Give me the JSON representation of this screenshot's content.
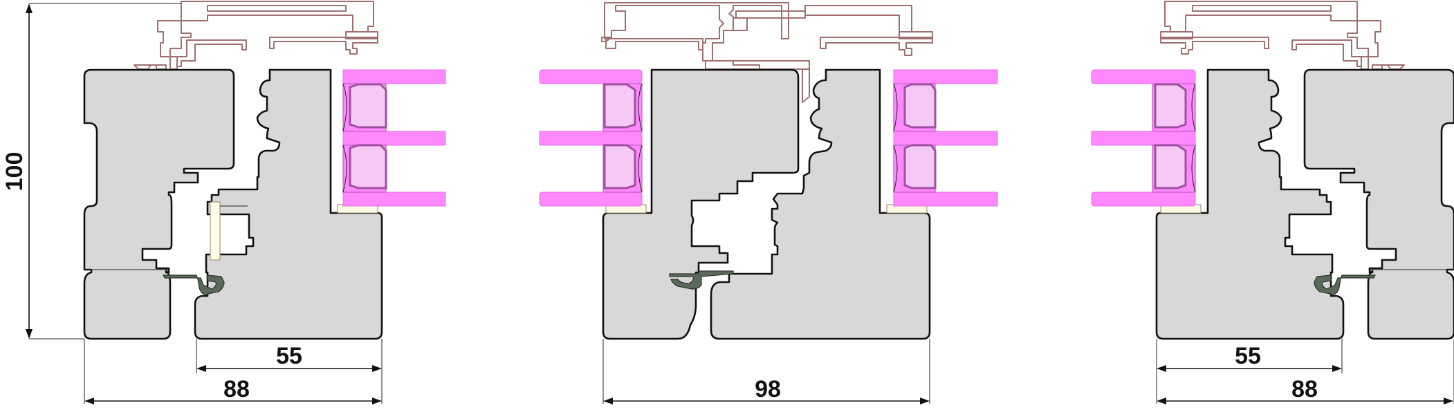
{
  "drawing": {
    "colors": {
      "timber": "#d8d8d8",
      "glass": "#ff88ff",
      "spacer": "#a050a0",
      "aluminium_cladding": "#a07070",
      "gasket": "#5a6a5a"
    },
    "dimensions": {
      "height_left": "100",
      "left_sash": "55",
      "left_total": "88",
      "center_total": "98",
      "right_sash": "55",
      "right_total": "88"
    },
    "icons": {
      "glass": "glass-pane",
      "spacer": "glazing-spacer",
      "gasket": "rubber-gasket",
      "cladding": "aluminium-cladding"
    }
  }
}
